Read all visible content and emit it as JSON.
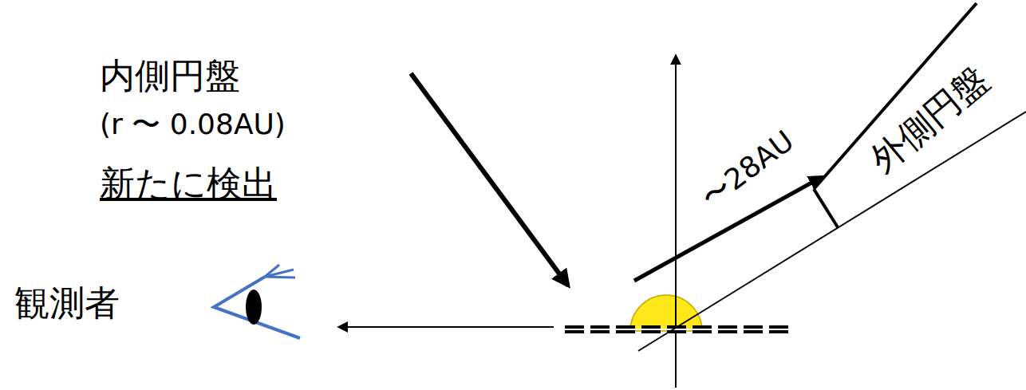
{
  "diagram": {
    "labels": [
      "内側円盤",
      "(r 〜 0.08AU)",
      "新たに検出",
      "観測者",
      "〜28AU",
      "外側円盤"
    ]
  }
}
